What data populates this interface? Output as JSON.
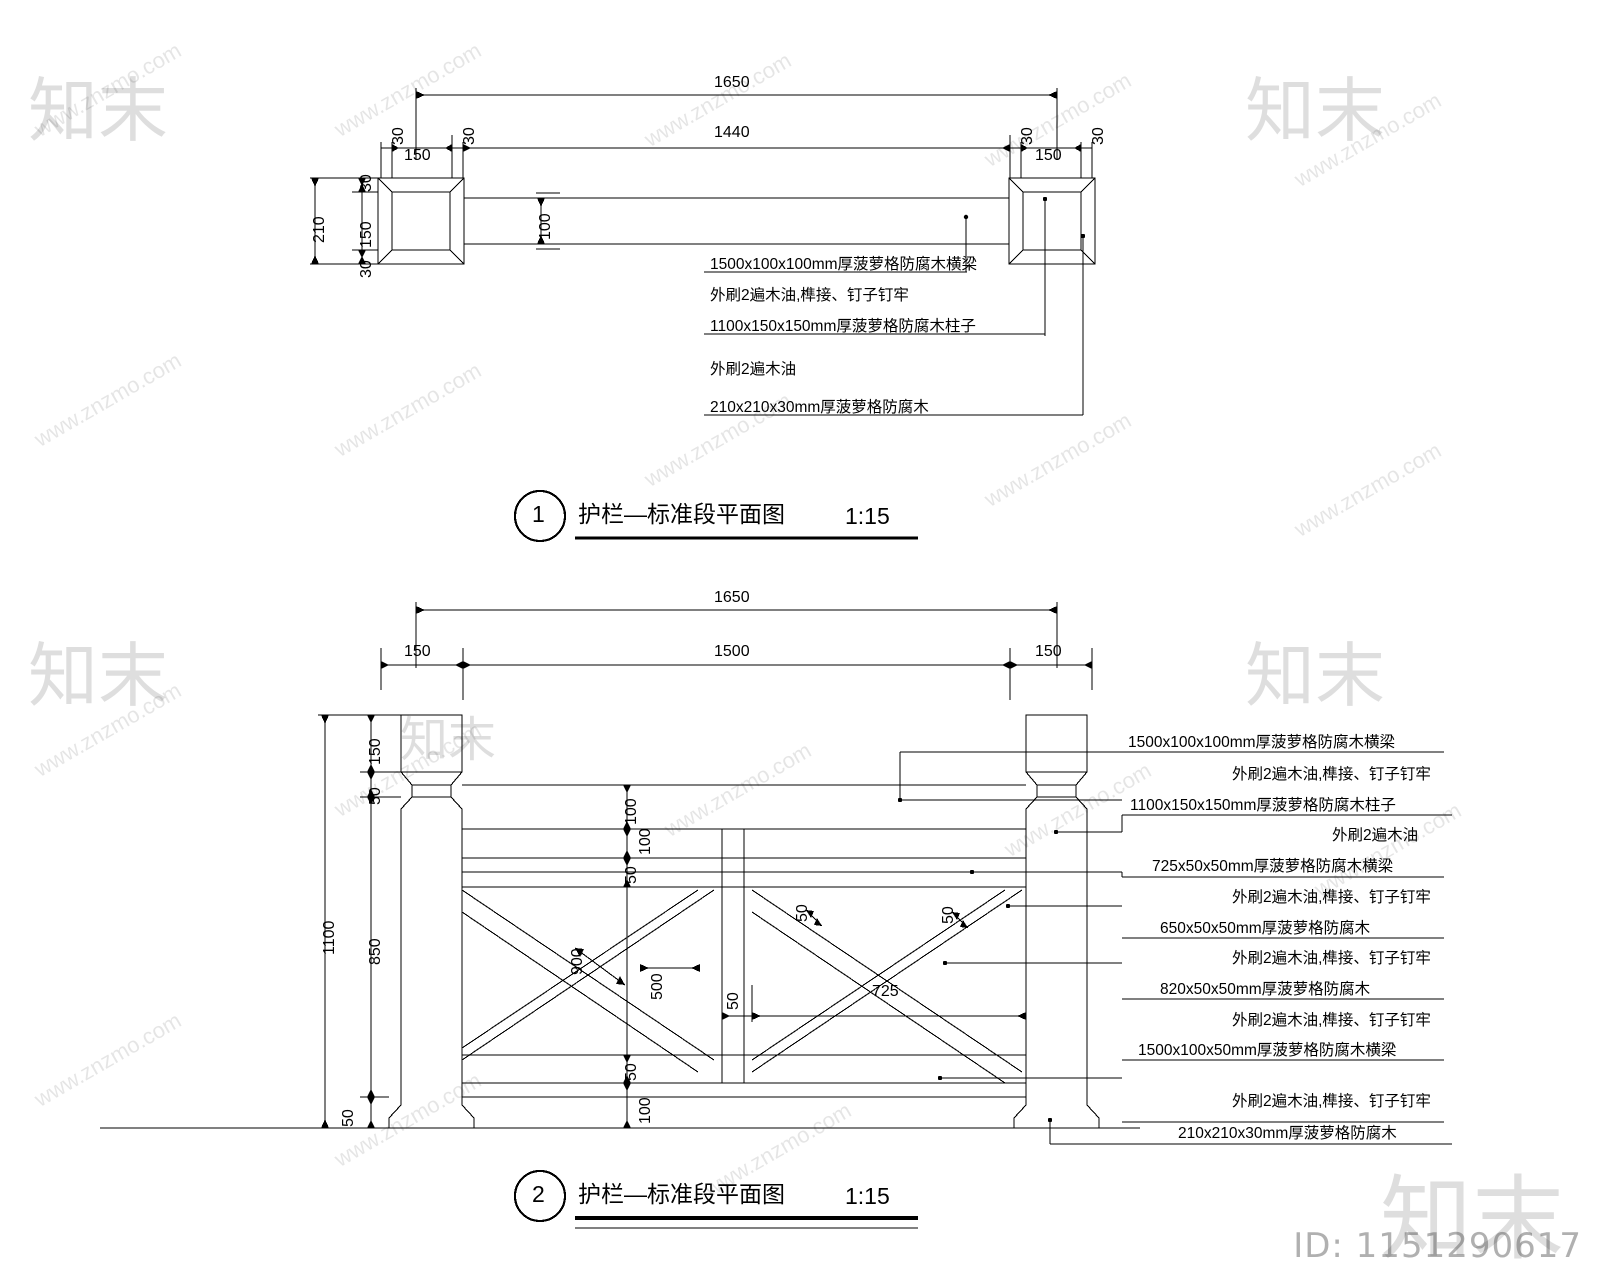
{
  "sheet": {
    "id_label": "ID: 1151290617",
    "watermark_text": "www.znzmo.com",
    "watermark_brand": "知末"
  },
  "plan": {
    "title_number": "1",
    "title_text": "护栏—标准段平面图",
    "scale": "1:15",
    "dims": {
      "overall": "1650",
      "inner_span": "1440",
      "post_width_left": "150",
      "post_width_right": "150",
      "gap_a": "30",
      "gap_b": "30",
      "gap_c": "30",
      "gap_d": "30",
      "beam_width": "100",
      "post_depth_total": "210",
      "post_depth_top": "30",
      "post_depth_mid": "150",
      "post_depth_bot": "30"
    },
    "annotations": [
      "1500x100x100mm厚菠萝格防腐木横梁",
      "外刷2遍木油,榫接、钉子钉牢",
      "1100x150x150mm厚菠萝格防腐木柱子",
      "外刷2遍木油",
      "210x210x30mm厚菠萝格防腐木"
    ]
  },
  "elevation": {
    "title_number": "2",
    "title_text": "护栏—标准段平面图",
    "scale": "1:15",
    "dims": {
      "overall": "1650",
      "clear_span": "1500",
      "post_width_left": "150",
      "post_width_right": "150",
      "height_total": "1100",
      "cap_height": "150",
      "collar_height": "50",
      "body_height": "850",
      "base_height": "50",
      "rail_gap_top": "100",
      "rail_thickness_upper": "100",
      "rail_thickness_mid": "50",
      "panel_diag_v": "900",
      "panel_diag_h": "500",
      "diag_width_left": "50",
      "diag_width_right": "50",
      "panel_width": "725",
      "mullion_width": "50",
      "bottom_rail_a": "50",
      "bottom_rail_b": "100"
    },
    "annotations": [
      "1500x100x100mm厚菠萝格防腐木横梁",
      "外刷2遍木油,榫接、钉子钉牢",
      "1100x150x150mm厚菠萝格防腐木柱子",
      "外刷2遍木油",
      "725x50x50mm厚菠萝格防腐木横梁",
      "外刷2遍木油,榫接、钉子钉牢",
      "650x50x50mm厚菠萝格防腐木",
      "外刷2遍木油,榫接、钉子钉牢",
      "820x50x50mm厚菠萝格防腐木",
      "外刷2遍木油,榫接、钉子钉牢",
      "1500x100x50mm厚菠萝格防腐木横梁",
      "外刷2遍木油,榫接、钉子钉牢",
      "210x210x30mm厚菠萝格防腐木"
    ]
  }
}
